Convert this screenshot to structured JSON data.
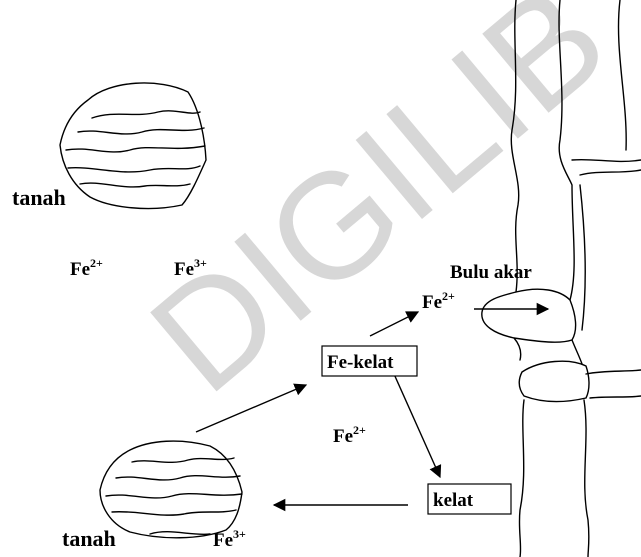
{
  "watermark": "DIGILIB",
  "labels": {
    "soil_top": "tanah",
    "soil_bottom": "tanah",
    "fe_top_1": "Fe",
    "fe_top_1_sup": "2+",
    "fe_top_2": "Fe",
    "fe_top_2_sup": "3+",
    "root_hair": "Bulu akar",
    "fe_root": "Fe",
    "fe_root_sup": "2+",
    "fe_chelate": "Fe-kelat",
    "fe_middle": "Fe",
    "fe_middle_sup": "2+",
    "chelate": "kelat",
    "fe_bottom": "Fe",
    "fe_bottom_sup": "3+"
  }
}
